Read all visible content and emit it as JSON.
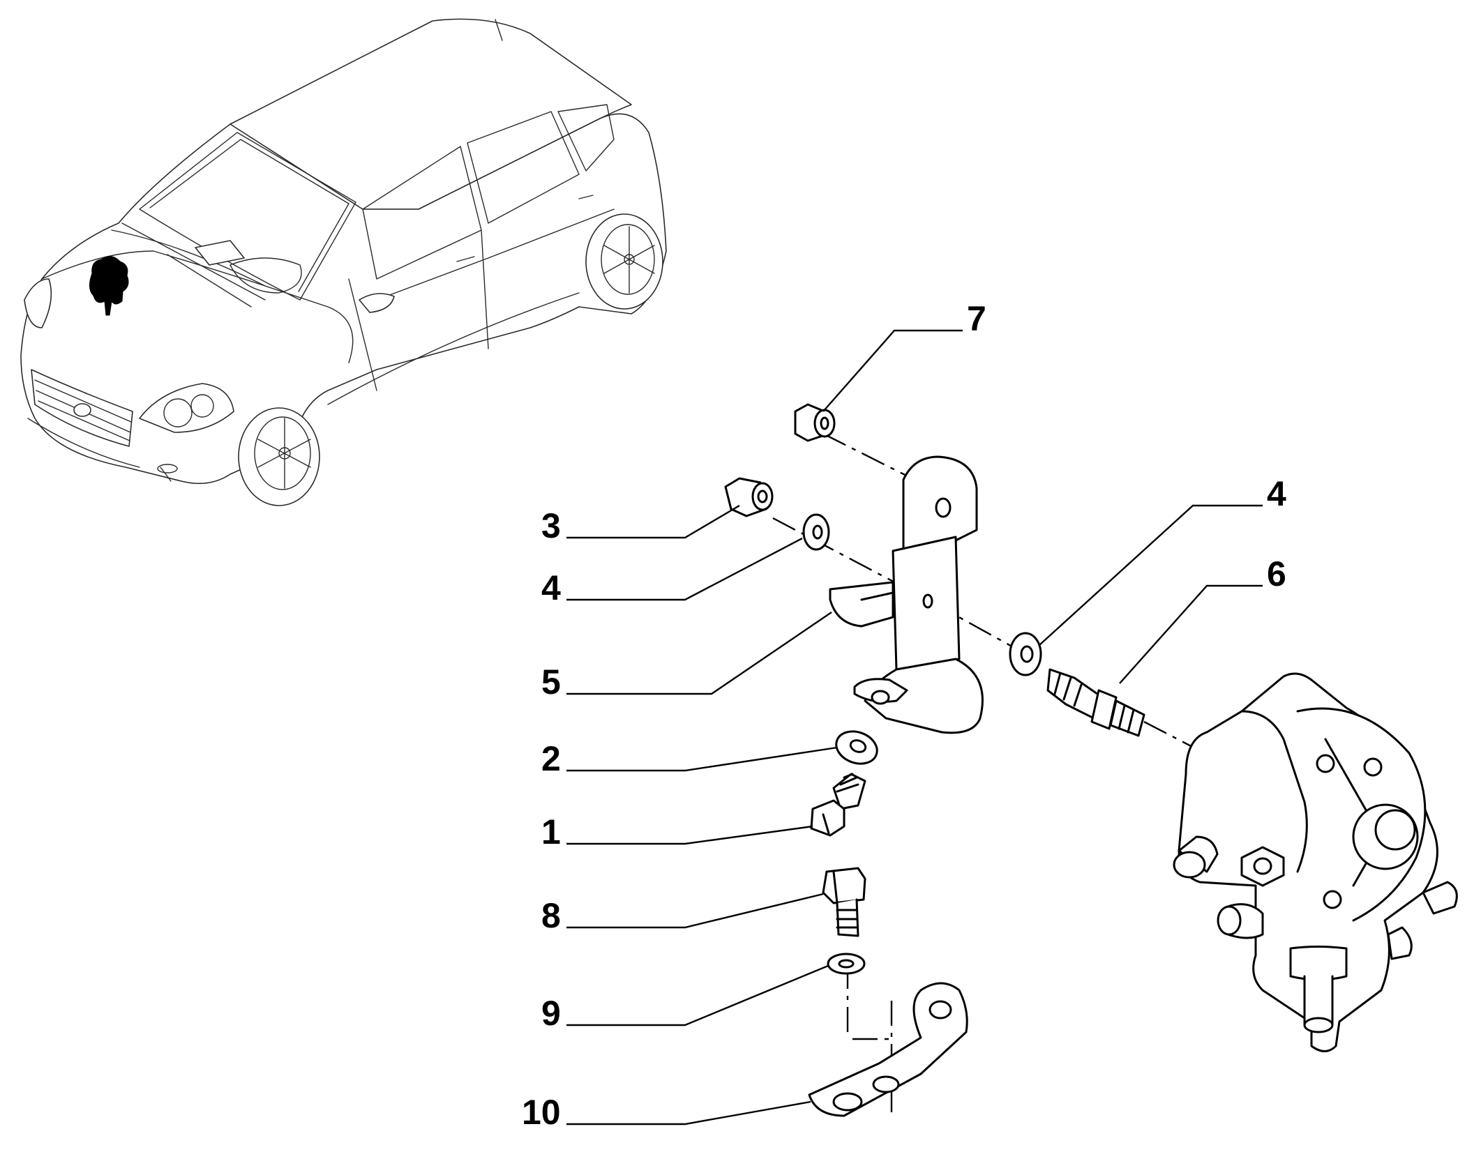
{
  "callouts": [
    {
      "id": "c7",
      "label": "7"
    },
    {
      "id": "c3",
      "label": "3"
    },
    {
      "id": "c4a",
      "label": "4"
    },
    {
      "id": "c5",
      "label": "5"
    },
    {
      "id": "c2",
      "label": "2"
    },
    {
      "id": "c1",
      "label": "1"
    },
    {
      "id": "c8",
      "label": "8"
    },
    {
      "id": "c9",
      "label": "9"
    },
    {
      "id": "c10",
      "label": "10"
    },
    {
      "id": "c4b",
      "label": "4"
    },
    {
      "id": "c6",
      "label": "6"
    }
  ],
  "icons": {
    "vehicle": "car-outline-icon",
    "location_marker": "component-location-marker-icon"
  },
  "colors": {
    "line": "#000000",
    "background": "#ffffff"
  }
}
